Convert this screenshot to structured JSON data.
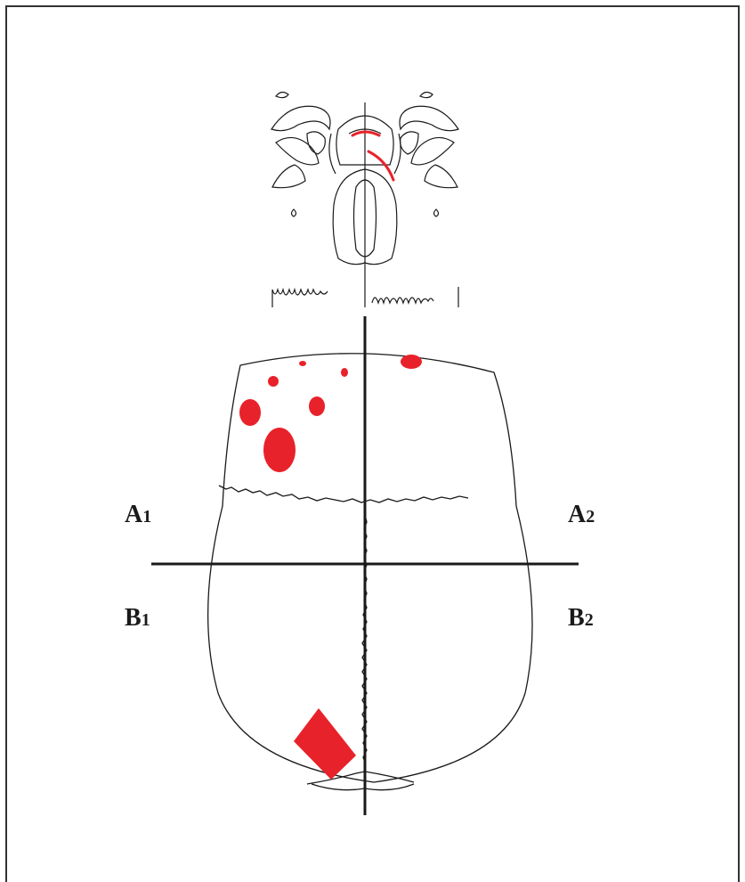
{
  "figure": {
    "quadrants": [
      {
        "id": "A1",
        "letter": "A",
        "index": "1"
      },
      {
        "id": "A2",
        "letter": "A",
        "index": "2"
      },
      {
        "id": "B1",
        "letter": "B",
        "index": "1"
      },
      {
        "id": "B2",
        "letter": "B",
        "index": "2"
      }
    ],
    "colors": {
      "outline": "#1a1a1a",
      "lesion": "#e8222a",
      "frame": "#333333"
    }
  }
}
